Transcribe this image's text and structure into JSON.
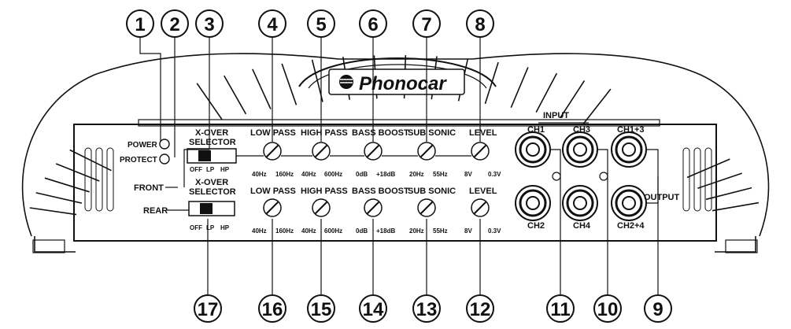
{
  "brand": "Phonocar",
  "indicators": {
    "power": "POWER",
    "protect": "PROTECT"
  },
  "rows": {
    "front": "FRONT",
    "rear": "REAR"
  },
  "xover": {
    "title_line1": "X-OVER",
    "title_line2": "SELECTOR",
    "off": "OFF",
    "lp": "LP",
    "hp": "HP"
  },
  "front_controls": [
    {
      "label": "LOW PASS",
      "min": "40Hz",
      "max": "160Hz"
    },
    {
      "label": "HIGH PASS",
      "min": "40Hz",
      "max": "600Hz"
    },
    {
      "label": "BASS BOOST",
      "min": "0dB",
      "max": "+18dB"
    },
    {
      "label": "SUB SONIC",
      "min": "20Hz",
      "max": "55Hz"
    },
    {
      "label": "LEVEL",
      "min": "8V",
      "max": "0.3V"
    }
  ],
  "rear_controls": [
    {
      "label": "LOW PASS",
      "min": "40Hz",
      "max": "160Hz"
    },
    {
      "label": "HIGH PASS",
      "min": "40Hz",
      "max": "600Hz"
    },
    {
      "label": "BASS BOOST",
      "min": "0dB",
      "max": "+18dB"
    },
    {
      "label": "SUB SONIC",
      "min": "20Hz",
      "max": "55Hz"
    },
    {
      "label": "LEVEL",
      "min": "8V",
      "max": "0.3V"
    }
  ],
  "input_label": "INPUT",
  "output_label": "OUTPUT",
  "jacks": {
    "ch1": "CH1",
    "ch2": "CH2",
    "ch3": "CH3",
    "ch4": "CH4",
    "ch13": "CH1+3",
    "ch24": "CH2+4"
  },
  "callouts_top": [
    "1",
    "2",
    "3",
    "4",
    "5",
    "6",
    "7",
    "8"
  ],
  "callouts_bottom": [
    "17",
    "16",
    "15",
    "14",
    "13",
    "12",
    "11",
    "10",
    "9"
  ]
}
